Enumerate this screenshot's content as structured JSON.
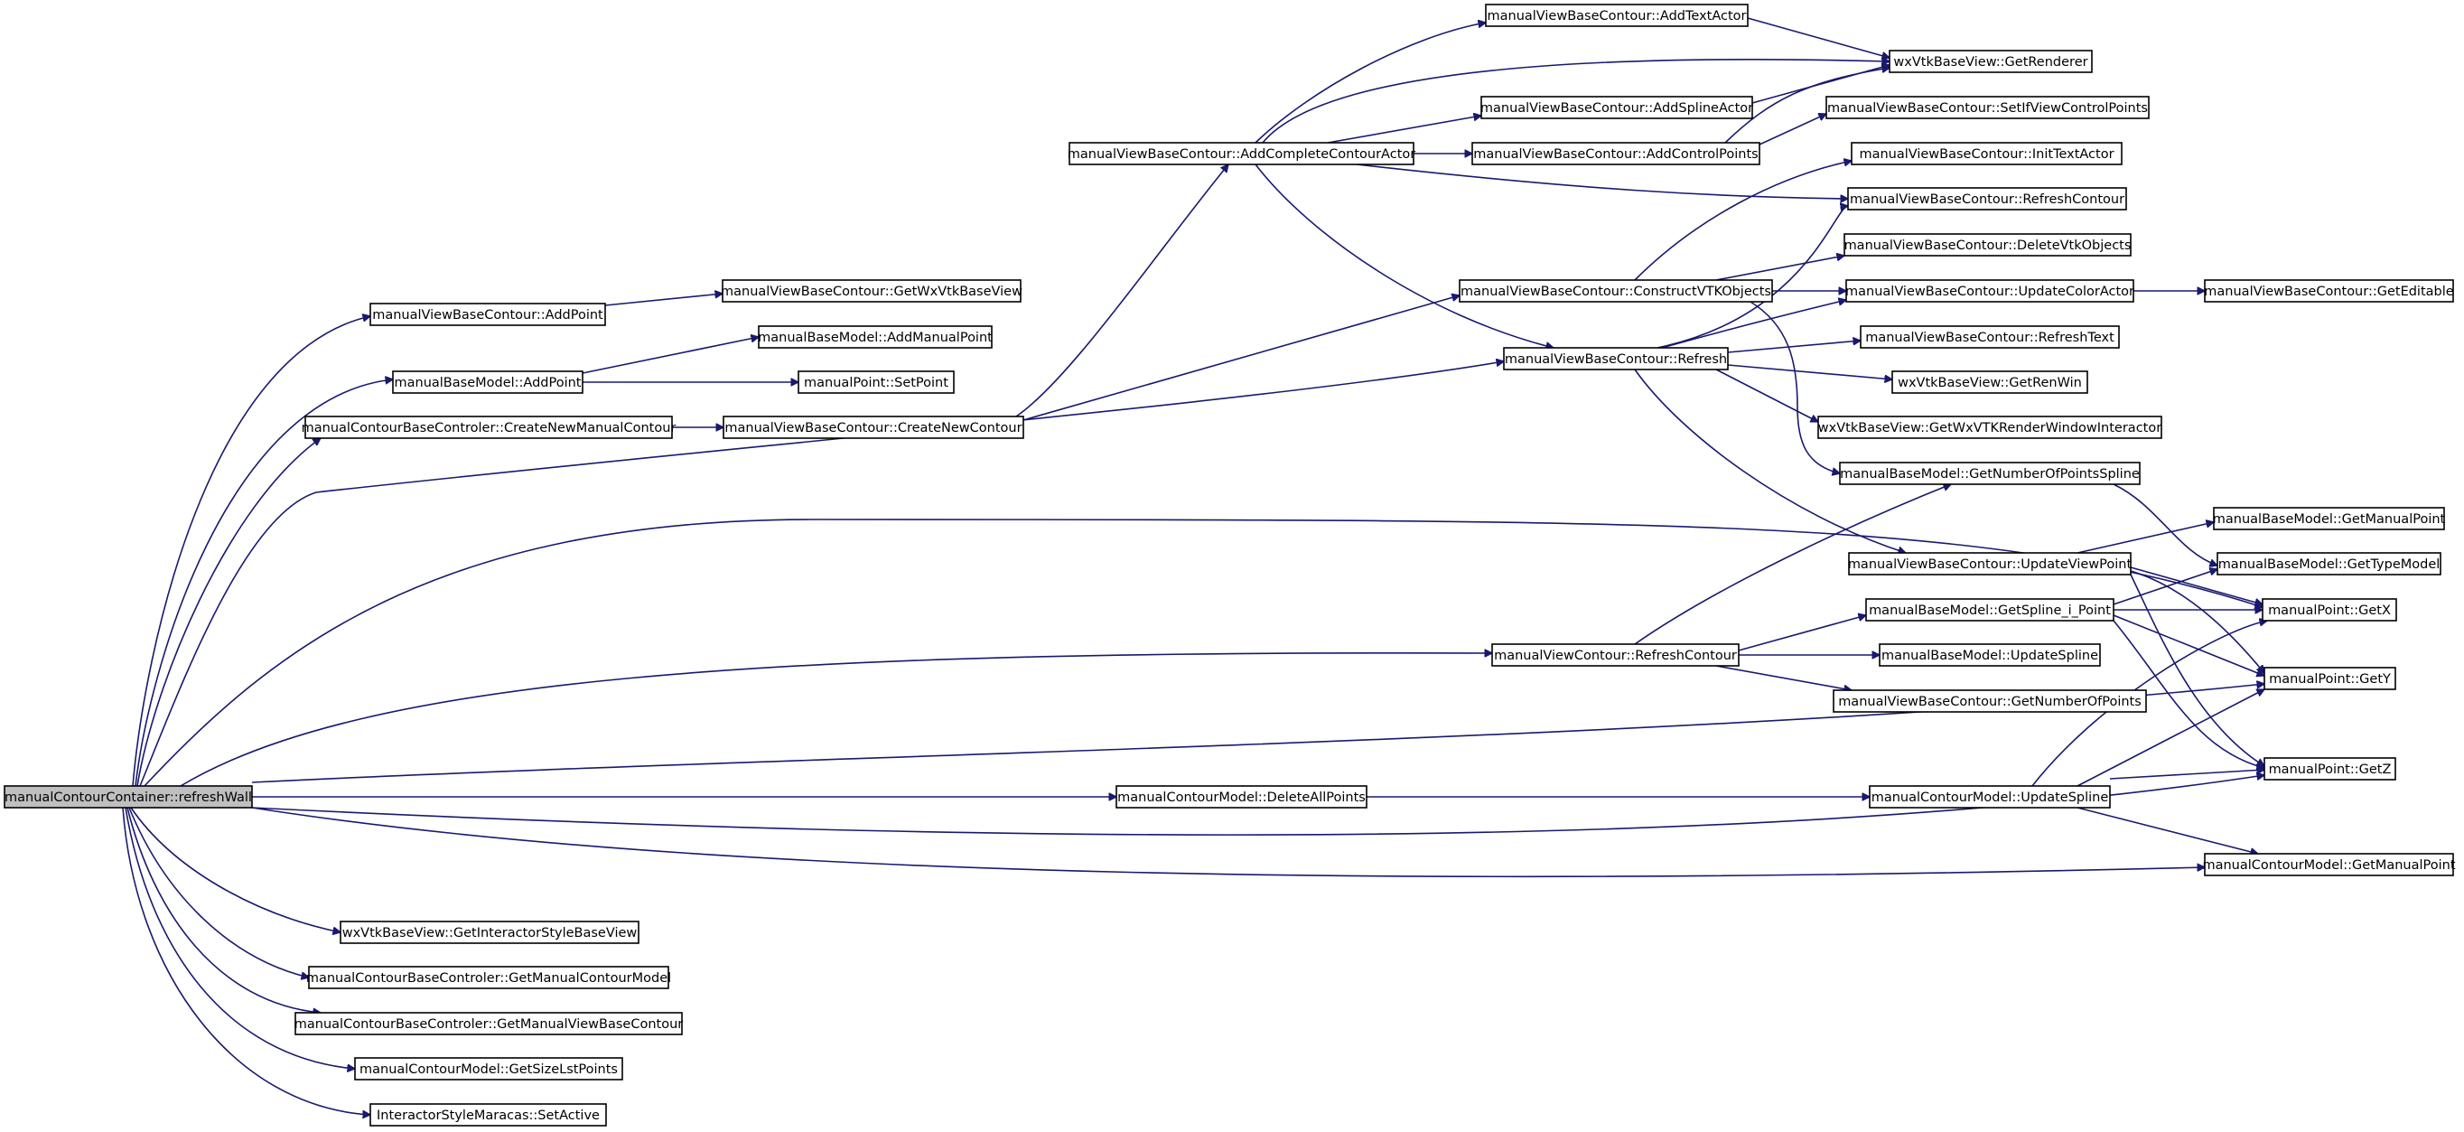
{
  "diagram": {
    "type": "call-graph",
    "root": "n0",
    "nodes": [
      {
        "id": "n0",
        "label": "manualContourContainer::refreshWall",
        "highlighted": true
      },
      {
        "id": "n1",
        "label": "manualViewBaseContour::AddPoint"
      },
      {
        "id": "n2",
        "label": "manualViewBaseContour::GetWxVtkBaseView"
      },
      {
        "id": "n3",
        "label": "manualBaseModel::AddPoint"
      },
      {
        "id": "n4",
        "label": "manualBaseModel::AddManualPoint"
      },
      {
        "id": "n5",
        "label": "manualPoint::SetPoint"
      },
      {
        "id": "n6",
        "label": "manualContourBaseControler::CreateNewManualContour"
      },
      {
        "id": "n7",
        "label": "manualViewBaseContour::CreateNewContour"
      },
      {
        "id": "n8",
        "label": "manualViewBaseContour::AddCompleteContourActor"
      },
      {
        "id": "n9",
        "label": "manualViewBaseContour::AddTextActor"
      },
      {
        "id": "n10",
        "label": "wxVtkBaseView::GetRenderer"
      },
      {
        "id": "n11",
        "label": "manualViewBaseContour::AddSplineActor"
      },
      {
        "id": "n12",
        "label": "manualViewBaseContour::AddControlPoints"
      },
      {
        "id": "n13",
        "label": "manualViewBaseContour::SetIfViewControlPoints"
      },
      {
        "id": "n14",
        "label": "manualViewBaseContour::InitTextActor"
      },
      {
        "id": "n15",
        "label": "manualViewBaseContour::RefreshContour"
      },
      {
        "id": "n16",
        "label": "manualViewBaseContour::ConstructVTKObjects"
      },
      {
        "id": "n17",
        "label": "manualViewBaseContour::DeleteVtkObjects"
      },
      {
        "id": "n18",
        "label": "manualViewBaseContour::UpdateColorActor"
      },
      {
        "id": "n19",
        "label": "manualViewBaseContour::GetEditable"
      },
      {
        "id": "n20",
        "label": "manualViewBaseContour::Refresh"
      },
      {
        "id": "n21",
        "label": "manualViewBaseContour::RefreshText"
      },
      {
        "id": "n22",
        "label": "wxVtkBaseView::GetRenWin"
      },
      {
        "id": "n23",
        "label": "wxVtkBaseView::GetWxVTKRenderWindowInteractor"
      },
      {
        "id": "n24",
        "label": "manualBaseModel::GetNumberOfPointsSpline"
      },
      {
        "id": "n25",
        "label": "manualViewBaseContour::UpdateViewPoint"
      },
      {
        "id": "n26",
        "label": "manualBaseModel::GetManualPoint"
      },
      {
        "id": "n27",
        "label": "manualBaseModel::GetTypeModel"
      },
      {
        "id": "n28",
        "label": "manualBaseModel::GetSpline_i_Point"
      },
      {
        "id": "n29",
        "label": "manualPoint::GetX"
      },
      {
        "id": "n30",
        "label": "manualViewContour::RefreshContour"
      },
      {
        "id": "n31",
        "label": "manualBaseModel::UpdateSpline"
      },
      {
        "id": "n32",
        "label": "manualPoint::GetY"
      },
      {
        "id": "n33",
        "label": "manualViewBaseContour::GetNumberOfPoints"
      },
      {
        "id": "n34",
        "label": "manualContourModel::DeleteAllPoints"
      },
      {
        "id": "n35",
        "label": "manualContourModel::UpdateSpline"
      },
      {
        "id": "n36",
        "label": "manualPoint::GetZ"
      },
      {
        "id": "n37",
        "label": "manualContourModel::GetManualPoint"
      },
      {
        "id": "n38",
        "label": "wxVtkBaseView::GetInteractorStyleBaseView"
      },
      {
        "id": "n39",
        "label": "manualContourBaseControler::GetManualContourModel"
      },
      {
        "id": "n40",
        "label": "manualContourBaseControler::GetManualViewBaseContour"
      },
      {
        "id": "n41",
        "label": "manualContourModel::GetSizeLstPoints"
      },
      {
        "id": "n42",
        "label": "InteractorStyleMaracas::SetActive"
      }
    ],
    "edges": [
      {
        "from": "n0",
        "to": "n1"
      },
      {
        "from": "n0",
        "to": "n3"
      },
      {
        "from": "n0",
        "to": "n6"
      },
      {
        "from": "n0",
        "to": "n20"
      },
      {
        "from": "n0",
        "to": "n29"
      },
      {
        "from": "n0",
        "to": "n30"
      },
      {
        "from": "n0",
        "to": "n32"
      },
      {
        "from": "n0",
        "to": "n34"
      },
      {
        "from": "n0",
        "to": "n36"
      },
      {
        "from": "n0",
        "to": "n37"
      },
      {
        "from": "n0",
        "to": "n38"
      },
      {
        "from": "n0",
        "to": "n39"
      },
      {
        "from": "n0",
        "to": "n40"
      },
      {
        "from": "n0",
        "to": "n41"
      },
      {
        "from": "n0",
        "to": "n42"
      },
      {
        "from": "n1",
        "to": "n2"
      },
      {
        "from": "n3",
        "to": "n4"
      },
      {
        "from": "n3",
        "to": "n5"
      },
      {
        "from": "n6",
        "to": "n7"
      },
      {
        "from": "n7",
        "to": "n8"
      },
      {
        "from": "n7",
        "to": "n16"
      },
      {
        "from": "n8",
        "to": "n9"
      },
      {
        "from": "n8",
        "to": "n10"
      },
      {
        "from": "n8",
        "to": "n11"
      },
      {
        "from": "n8",
        "to": "n12"
      },
      {
        "from": "n8",
        "to": "n15"
      },
      {
        "from": "n8",
        "to": "n20"
      },
      {
        "from": "n9",
        "to": "n10"
      },
      {
        "from": "n11",
        "to": "n10"
      },
      {
        "from": "n12",
        "to": "n10"
      },
      {
        "from": "n12",
        "to": "n13"
      },
      {
        "from": "n16",
        "to": "n14"
      },
      {
        "from": "n16",
        "to": "n17"
      },
      {
        "from": "n16",
        "to": "n18"
      },
      {
        "from": "n16",
        "to": "n24"
      },
      {
        "from": "n18",
        "to": "n19"
      },
      {
        "from": "n20",
        "to": "n15"
      },
      {
        "from": "n20",
        "to": "n18"
      },
      {
        "from": "n20",
        "to": "n21"
      },
      {
        "from": "n20",
        "to": "n22"
      },
      {
        "from": "n20",
        "to": "n23"
      },
      {
        "from": "n20",
        "to": "n25"
      },
      {
        "from": "n24",
        "to": "n27"
      },
      {
        "from": "n25",
        "to": "n26"
      },
      {
        "from": "n25",
        "to": "n29"
      },
      {
        "from": "n25",
        "to": "n32"
      },
      {
        "from": "n25",
        "to": "n36"
      },
      {
        "from": "n28",
        "to": "n27"
      },
      {
        "from": "n28",
        "to": "n29"
      },
      {
        "from": "n28",
        "to": "n32"
      },
      {
        "from": "n28",
        "to": "n36"
      },
      {
        "from": "n30",
        "to": "n24"
      },
      {
        "from": "n30",
        "to": "n28"
      },
      {
        "from": "n30",
        "to": "n31"
      },
      {
        "from": "n30",
        "to": "n33"
      },
      {
        "from": "n34",
        "to": "n35"
      },
      {
        "from": "n35",
        "to": "n29"
      },
      {
        "from": "n35",
        "to": "n32"
      },
      {
        "from": "n35",
        "to": "n36"
      },
      {
        "from": "n35",
        "to": "n37"
      }
    ]
  },
  "colors": {
    "edge": "#191970",
    "node_border": "#000000",
    "node_fill": "#ffffff",
    "root_fill": "#bfbfbf"
  }
}
